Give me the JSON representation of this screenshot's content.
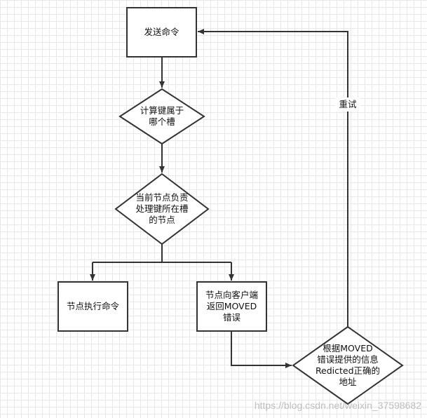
{
  "diagram": {
    "nodes": {
      "send": "发送命令",
      "compute": "计算键属于\n哪个槽",
      "is_current": "当前节点负责\n处理键所在槽\n的节点",
      "execute": "节点执行命令",
      "return_moved": "节点向客户端\n返回MOVED\n错误",
      "redirect": "根据MOVED\n错误提供的信息\nRedicted正确的\n地址"
    },
    "edges": {
      "retry": "重试"
    },
    "colors": {
      "stroke": "#333333",
      "grid": "#e8e8e8",
      "background": "#ffffff"
    }
  },
  "watermark": "https://blog.csdn.net/weixin_37598682"
}
